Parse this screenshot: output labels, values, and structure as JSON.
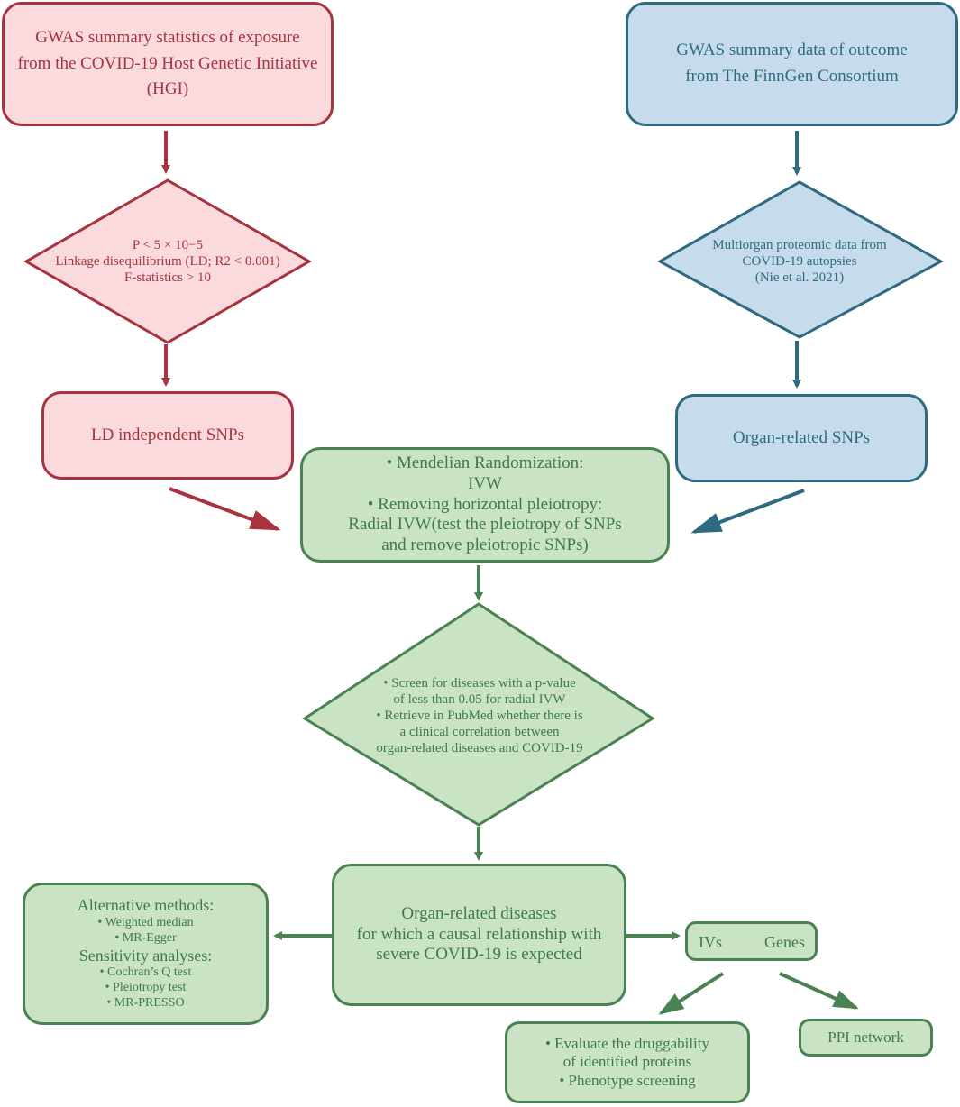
{
  "exposure_box": [
    "GWAS summary statistics of exposure",
    "from the COVID-19 Host Genetic Initiative",
    "(HGI)"
  ],
  "exposure_filter": [
    "P < 5 × 10−5",
    "Linkage disequilibrium (LD; R2 < 0.001)",
    "F-statistics > 10"
  ],
  "ld_snps": "LD independent SNPs",
  "outcome_box": [
    "GWAS summary data of outcome",
    "from The FinnGen Consortium"
  ],
  "proteomic_filter": [
    "Multiorgan proteomic data from",
    "COVID-19 autopsies",
    "(Nie et al. 2021)"
  ],
  "organ_snps": "Organ-related SNPs",
  "mr_box": [
    "• Mendelian Randomization:",
    "IVW",
    "• Removing horizontal pleiotropy:",
    "Radial IVW(test the pleiotropy of SNPs",
    "and remove pleiotropic SNPs)"
  ],
  "screen_diamond": [
    "• Screen for diseases with a p-value",
    "of less than 0.05 for radial IVW",
    "• Retrieve in PubMed whether there is",
    "a clinical correlation between",
    "organ-related diseases and COVID-19"
  ],
  "organ_diseases": [
    "Organ-related diseases",
    "for which a causal relationship with",
    "severe COVID-19 is expected"
  ],
  "alternative": {
    "heading1": "Alternative methods:",
    "items1": [
      "• Weighted median",
      "• MR-Egger"
    ],
    "heading2": "Sensitivity analyses:",
    "items2": [
      "• Cochran’s Q test",
      "• Pleiotropy test",
      "• MR-PRESSO"
    ]
  },
  "ivs_genes": {
    "left": "IVs",
    "right": "Genes"
  },
  "druggability": [
    "• Evaluate the druggability",
    "of identified proteins",
    "• Phenotype screening"
  ],
  "ppi": "PPI network",
  "colors": {
    "red_fill": "#fadadd",
    "red_stroke": "#a8333f",
    "blue_fill": "#c6dcec",
    "blue_stroke": "#2e6b80",
    "green_fill": "#c9e3c4",
    "green_stroke": "#4a8254"
  }
}
